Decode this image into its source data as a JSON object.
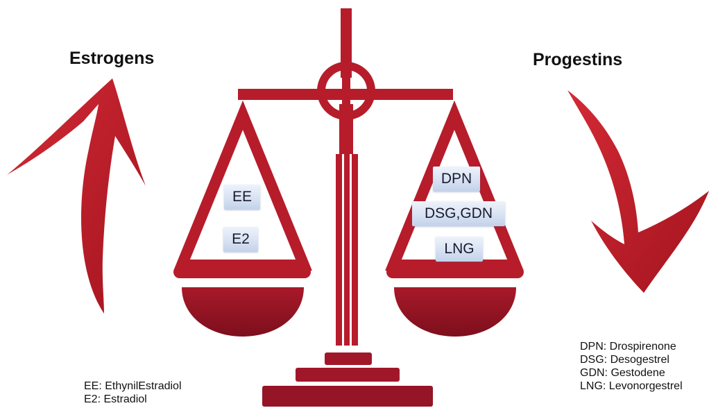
{
  "headings": {
    "left": "Estrogens",
    "right": "Progestins"
  },
  "left_pan": [
    "EE",
    "E2"
  ],
  "right_pan": [
    "DPN",
    "DSG,GDN",
    "LNG"
  ],
  "legend_left": [
    "EE: EthynilEstradiol",
    "E2: Estradiol"
  ],
  "legend_right": [
    "DPN: Drospirenone",
    "DSG: Desogestrel",
    "GDN: Gestodene",
    "LNG: Levonorgestrel"
  ],
  "arrows": {
    "left": "up",
    "right": "down"
  },
  "colors": {
    "scale_red": "#b71c2b",
    "scale_dark": "#8e1220",
    "arrow_red": "#c0202c",
    "pill_bg": "#d7e2f3",
    "text": "#111111"
  }
}
